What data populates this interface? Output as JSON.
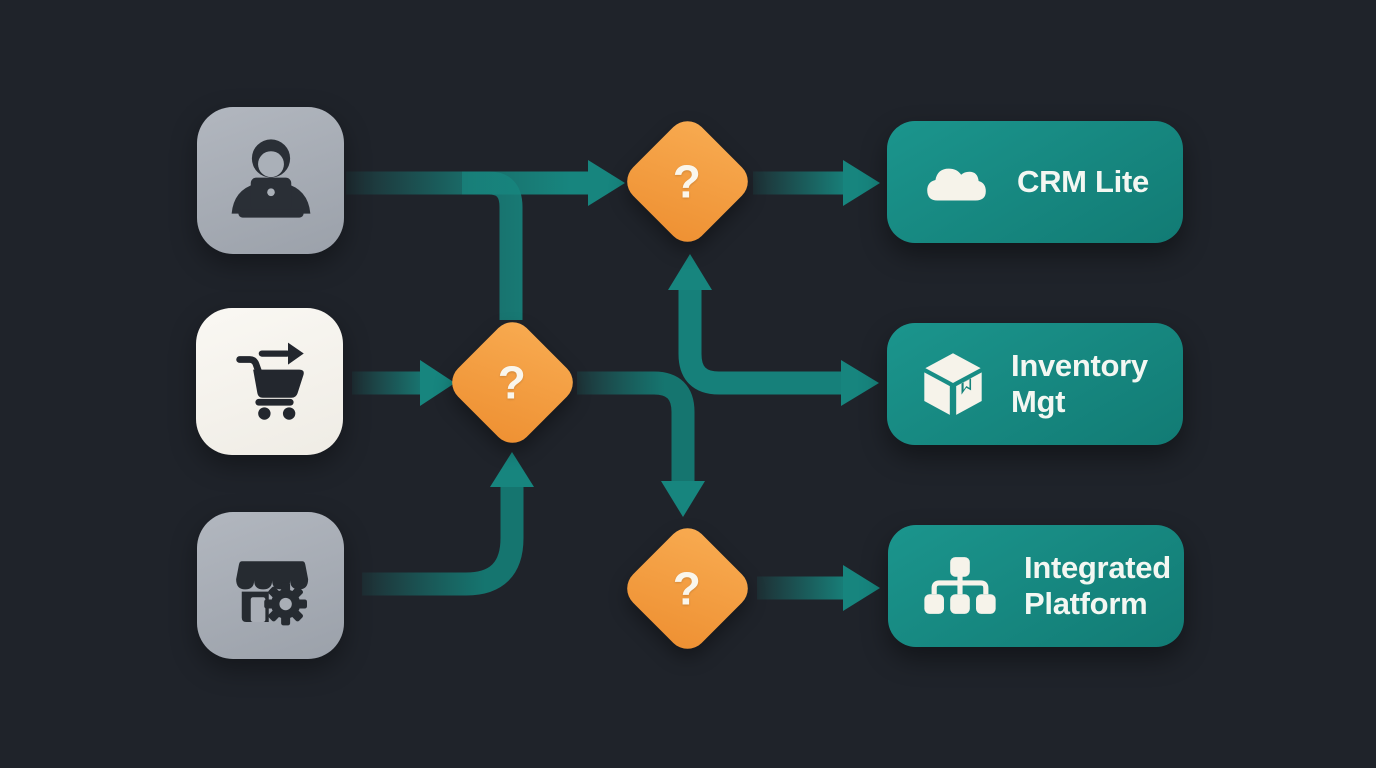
{
  "canvas": {
    "background_color": "#1f232a",
    "accent_teal": "#17857e",
    "accent_orange": "#f49d42",
    "tile_gray": "#a9aeb6",
    "tile_white": "#f7f5f0",
    "text_color": "#f3f7f2"
  },
  "diagram": {
    "sources": [
      {
        "id": "user-source",
        "icon": "person-laptop-icon",
        "tile_style": "gray"
      },
      {
        "id": "cart-source",
        "icon": "shopping-cart-icon",
        "tile_style": "white"
      },
      {
        "id": "store-source",
        "icon": "storefront-gear-icon",
        "tile_style": "gray"
      }
    ],
    "decisions": [
      {
        "id": "decision-top",
        "label": "?"
      },
      {
        "id": "decision-middle",
        "label": "?"
      },
      {
        "id": "decision-bottom",
        "label": "?"
      }
    ],
    "targets": [
      {
        "id": "crm-target",
        "icon": "cloud-icon",
        "label": "CRM Lite"
      },
      {
        "id": "inventory-target",
        "icon": "package-icon",
        "label": "Inventory Mgt"
      },
      {
        "id": "platform-target",
        "icon": "hierarchy-icon",
        "label": "Integrated Platform"
      }
    ],
    "connections": [
      "user-source -> decision-top",
      "user-source -> decision-middle",
      "cart-source -> decision-middle",
      "store-source -> decision-middle",
      "decision-middle -> decision-top",
      "decision-middle -> inventory-target",
      "decision-middle -> decision-bottom",
      "decision-top -> crm-target",
      "decision-bottom -> platform-target"
    ]
  }
}
